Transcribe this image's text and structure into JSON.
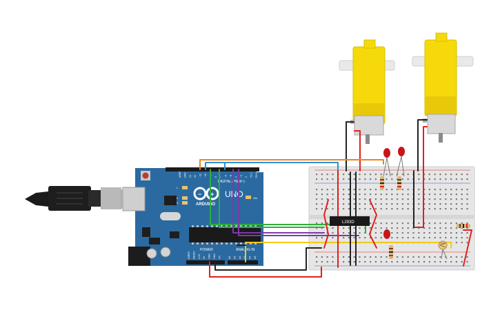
{
  "board": {
    "brand": "ARDUINO",
    "model": "UNO",
    "digital_label": "DIGITAL (PWM~)",
    "power_label": "POWER",
    "analog_label": "ANALOG IN",
    "on_label": "ON",
    "l_label": "L",
    "tx_label": "TX",
    "rx_label": "RX",
    "power_pins": [
      "IOREF",
      "RESET",
      "3.3V",
      "5V",
      "GND",
      "GND",
      "Vin"
    ],
    "analog_pins": [
      "A0",
      "A1",
      "A2",
      "A3",
      "A4",
      "A5"
    ],
    "digital_pins": [
      "AREF",
      "GND",
      "13",
      "12",
      "~11",
      "~10",
      "~9",
      "8",
      "7",
      "~6",
      "~5",
      "4",
      "~3",
      "2",
      "TX 1",
      "RX 0"
    ]
  },
  "driver_chip": {
    "label": "L293D"
  },
  "colors": {
    "board": "#2a6aa1",
    "breadboard": "#e6e6e6",
    "motor": "#f5d90b",
    "wire_red": "#e0201c",
    "wire_black": "#222222",
    "wire_orange": "#e9851a",
    "wire_blue": "#2f8fd6",
    "wire_green": "#2fae3a",
    "wire_purple": "#7d3aa8",
    "wire_yellow": "#f2c91a",
    "led": "#c8161a"
  }
}
